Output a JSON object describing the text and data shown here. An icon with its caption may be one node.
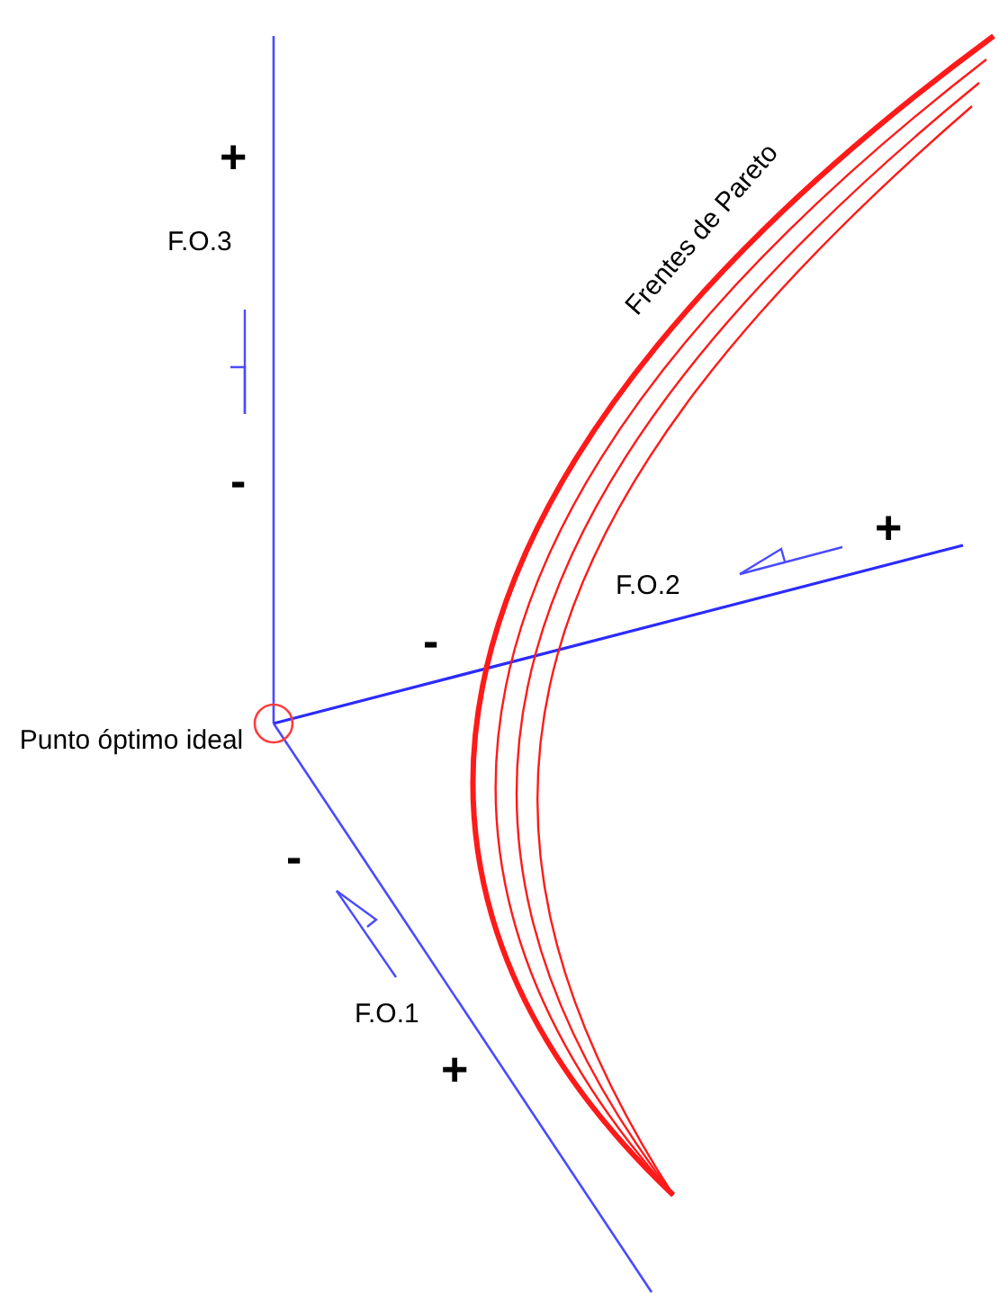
{
  "diagram": {
    "nodes": [
      {
        "text": [],
        "shape": "circle",
        "beside": [
          "Punto óptimo ideal"
        ]
      }
    ],
    "labels": [
      "+",
      "Frentes de Pareto",
      "F.O.3",
      "-",
      "+",
      "F.O.2",
      "-",
      "-",
      "F.O.1",
      "+"
    ]
  }
}
